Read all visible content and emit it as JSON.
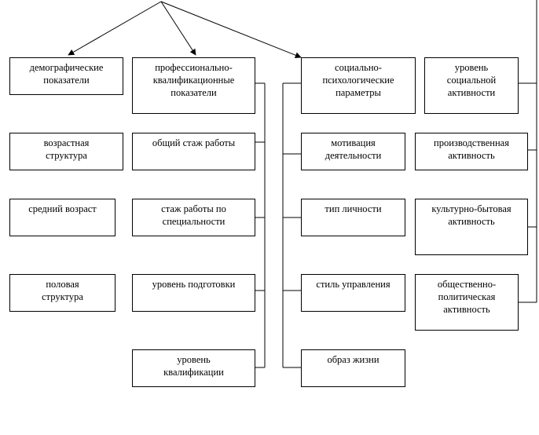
{
  "columns": {
    "demographic": {
      "header": "демографические\nпоказатели",
      "items": [
        "возрастная\nструктура",
        "средний возраст",
        "половая\nструктура"
      ]
    },
    "professional": {
      "header": "профессионально-\nквалификационные\nпоказатели",
      "items": [
        "общий стаж работы",
        "стаж работы по\nспециальности",
        "уровень подготовки",
        "уровень\nквалификации"
      ]
    },
    "sociopsych": {
      "header": "социально-\nпсихологические\nпараметры",
      "items": [
        "мотивация\nдеятельности",
        "тип личности",
        "стиль управления",
        "образ жизни"
      ]
    },
    "social_activity": {
      "header": "уровень\nсоциальной\nактивности",
      "items": [
        "производственная\nактивность",
        "культурно-бытовая\nактивность",
        "общественно-\nполитическая\nактивность"
      ]
    }
  }
}
